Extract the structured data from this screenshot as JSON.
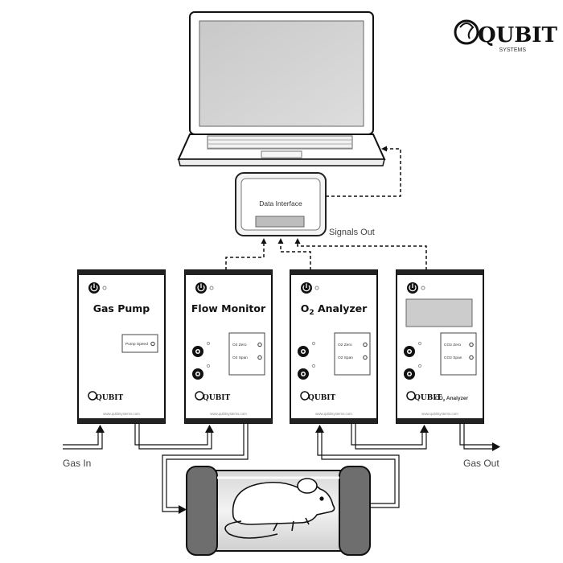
{
  "brand": {
    "name": "QUBIT",
    "tagline": "SYSTEMS"
  },
  "laptop": {},
  "data_interface": {
    "label": "Data Interface"
  },
  "signals_out": "Signals Out",
  "units": [
    {
      "title": "Gas Pump",
      "title_main": "Gas Pump",
      "panel": [
        "Pump Speed"
      ],
      "jacks": 0,
      "bottom_label": "",
      "url": "www.qubitsystems.com"
    },
    {
      "title": "Flow Monitor",
      "title_main": "Flow Monitor",
      "panel": [
        "O2 Zero",
        "O2 Span"
      ],
      "jacks": 2,
      "bottom_label": "",
      "url": "www.qubitsystems.com"
    },
    {
      "title": "O2 Analyzer",
      "title_main": "O",
      "title_sub": "2",
      "title_rest": " Analyzer",
      "panel": [
        "O2 Zero",
        "O2 Span"
      ],
      "jacks": 2,
      "bottom_label": "",
      "url": "www.qubitsystems.com"
    },
    {
      "title": "CO2 Analyzer",
      "panel": [
        "CO2 Zero",
        "CO2 Span"
      ],
      "jacks": 2,
      "bottom_label": "CO2 Analyzer",
      "bottom_main": "CO",
      "bottom_sub": "2",
      "bottom_rest": " Analyzer",
      "url": "www.qubitsystems.com"
    }
  ],
  "gas_in": "Gas In",
  "gas_out": "Gas Out"
}
